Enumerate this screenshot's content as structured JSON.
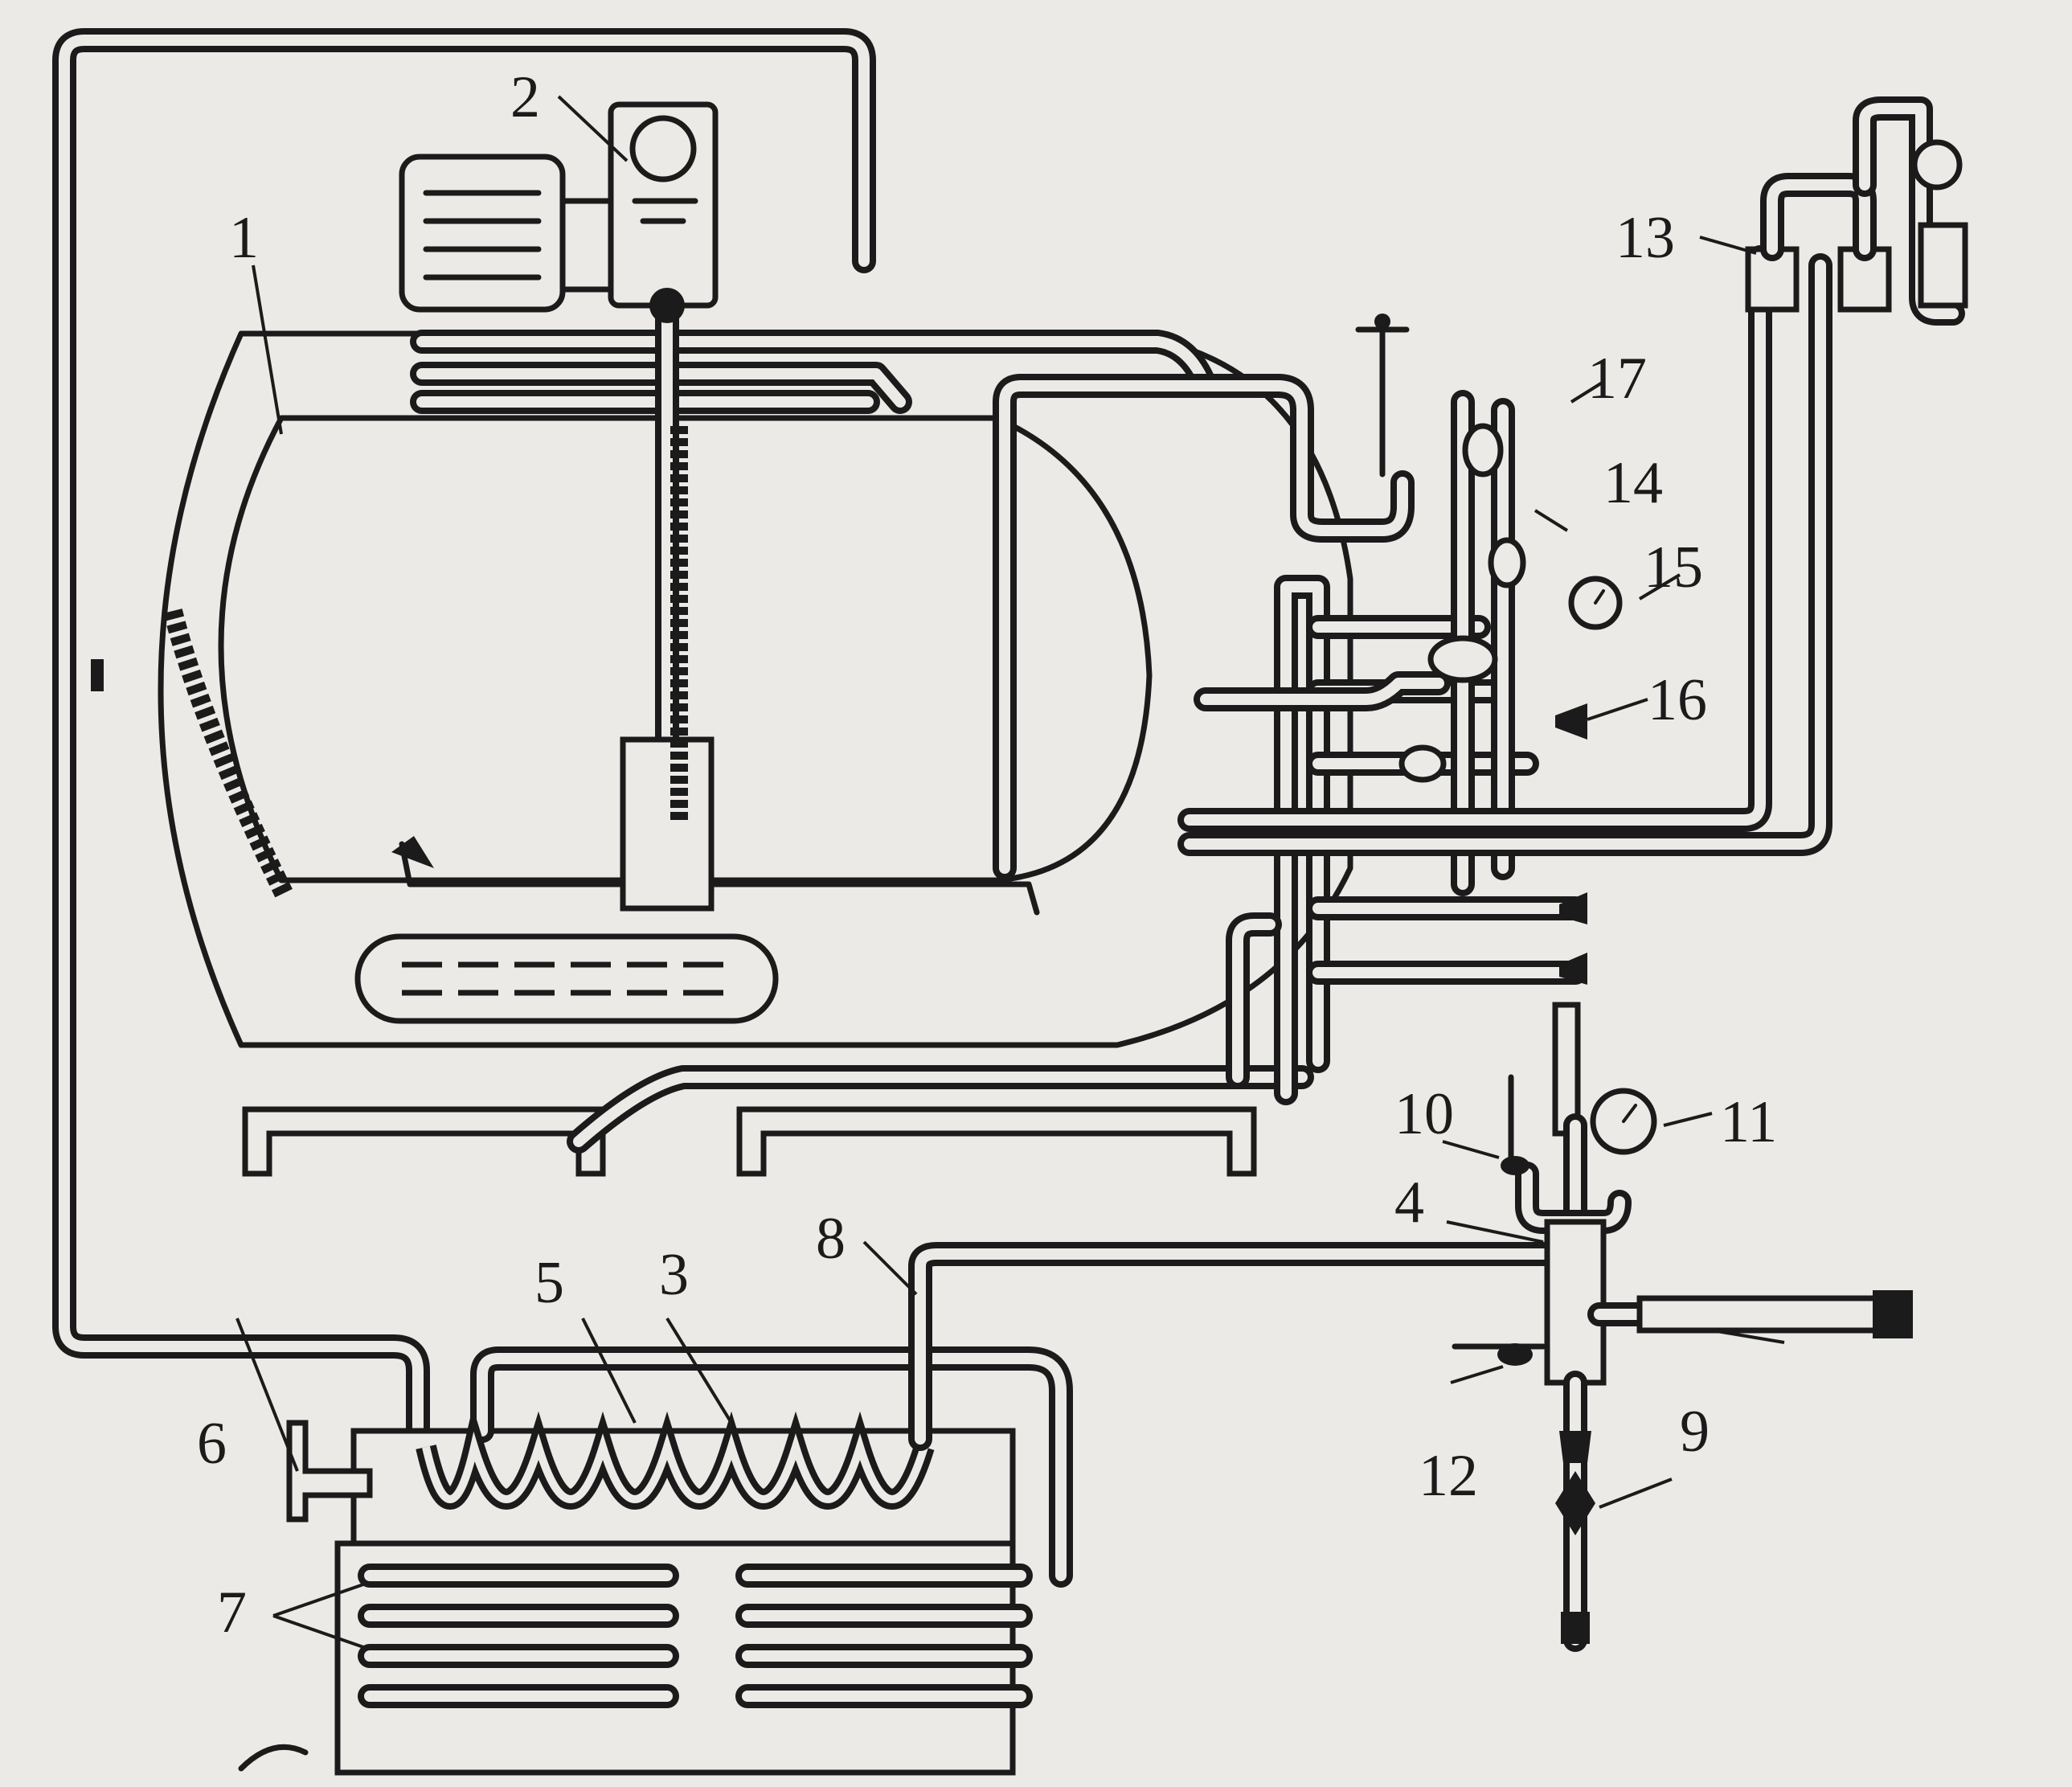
{
  "labels": [
    {
      "id": "1",
      "text": "1"
    },
    {
      "id": "2",
      "text": "2"
    },
    {
      "id": "3",
      "text": "3"
    },
    {
      "id": "4",
      "text": "4"
    },
    {
      "id": "5",
      "text": "5"
    },
    {
      "id": "6",
      "text": "6"
    },
    {
      "id": "7",
      "text": "7"
    },
    {
      "id": "8",
      "text": "8"
    },
    {
      "id": "9",
      "text": "9"
    },
    {
      "id": "10",
      "text": "10"
    },
    {
      "id": "11",
      "text": "11"
    },
    {
      "id": "12",
      "text": "12"
    },
    {
      "id": "13",
      "text": "13"
    },
    {
      "id": "14",
      "text": "14"
    },
    {
      "id": "15",
      "text": "15"
    },
    {
      "id": "16",
      "text": "16"
    },
    {
      "id": "17",
      "text": "17"
    }
  ],
  "colors": {
    "ink": "#1b1b1b",
    "paper": "#eceae6"
  }
}
